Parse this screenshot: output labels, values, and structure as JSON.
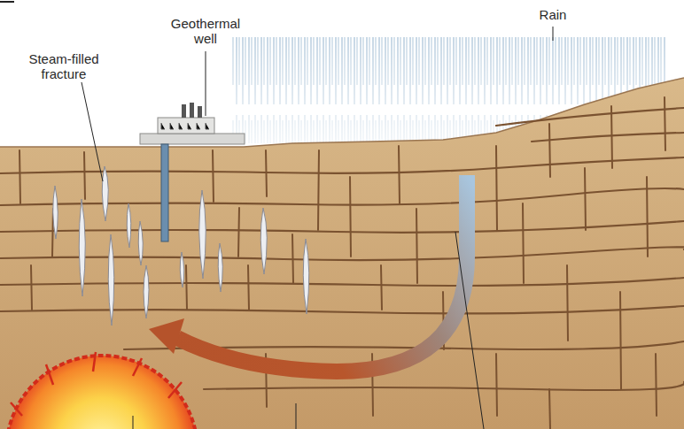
{
  "diagram": {
    "labels": [
      "Rain",
      "Geothermal well",
      "Steam-filled fracture"
    ]
  }
}
